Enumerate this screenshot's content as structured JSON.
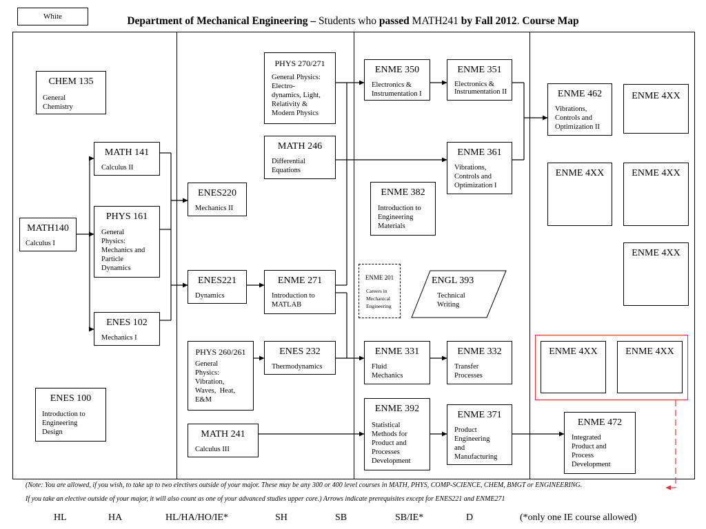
{
  "header": {
    "white_label": "White",
    "title_part1": "Department of Mechanical Engineering –",
    "title_part2": " Students who ",
    "title_part3": "passed",
    "title_part4": " MATH241 ",
    "title_part5": "by Fall 2012",
    "title_part6": ". ",
    "title_part7": "Course Map"
  },
  "courses": {
    "chem135": {
      "code": "CHEM 135",
      "desc": "General\nChemistry"
    },
    "math140": {
      "code": "MATH140",
      "desc": "Calculus I"
    },
    "math141": {
      "code": "MATH 141",
      "desc": "Calculus II"
    },
    "phys161": {
      "code": "PHYS 161",
      "desc": "General\nPhysics:\nMechanics and\nParticle\nDynamics"
    },
    "enes102": {
      "code": "ENES 102",
      "desc": "Mechanics I"
    },
    "enes100": {
      "code": "ENES 100",
      "desc": "Introduction to\nEngineering\nDesign"
    },
    "enes220": {
      "code": "ENES220",
      "desc": "Mechanics II"
    },
    "enes221": {
      "code": "ENES221",
      "desc": "Dynamics"
    },
    "phys260": {
      "code": "PHYS 260/261",
      "desc": "General\nPhysics:\nVibration,\nWaves,  Heat,\nE&M"
    },
    "math241": {
      "code": "MATH 241",
      "desc": "Calculus III"
    },
    "phys270": {
      "code": "PHYS 270/271",
      "desc": "General Physics:\nElectro-\ndynamics, Light,\nRelativity &\nModern Physics"
    },
    "math246": {
      "code": "MATH 246",
      "desc": "Differential\nEquations"
    },
    "enme271": {
      "code": "ENME 271",
      "desc": "Introduction to\nMATLAB"
    },
    "enes232": {
      "code": "ENES 232",
      "desc": "Thermodynamics"
    },
    "enme350": {
      "code": "ENME 350",
      "desc": "Electronics &\nInstrumentation I"
    },
    "enme382": {
      "code": "ENME 382",
      "desc": "Introduction to\nEngineering\nMaterials"
    },
    "enme201": {
      "code": "ENME 201",
      "desc": "Careers in\nMechanical\nEngineering"
    },
    "enme331": {
      "code": "ENME 331",
      "desc": "Fluid\nMechanics"
    },
    "enme392": {
      "code": "ENME 392",
      "desc": "Statistical\nMethods for\nProduct and\nProcesses\nDevelopment"
    },
    "enme351": {
      "code": "ENME 351",
      "desc": "Electronics &\nInstrumentation II"
    },
    "enme361": {
      "code": "ENME 361",
      "desc": "Vibrations,\nControls and\nOptimization I"
    },
    "engl393": {
      "code": "ENGL 393",
      "desc": "Technical\nWriting"
    },
    "enme332": {
      "code": "ENME 332",
      "desc": "Transfer\nProcesses"
    },
    "enme371": {
      "code": "ENME 371",
      "desc": "Product\nEngineering\nand\nManufacturing"
    },
    "enme462": {
      "code": "ENME 462",
      "desc": "Vibrations,\nControls and\nOptimization II"
    },
    "enme4xx": {
      "code": "ENME 4XX"
    },
    "enme472": {
      "code": "ENME 472",
      "desc": "Integrated\nProduct and\nProcess\nDevelopment"
    }
  },
  "notes": {
    "line1": "(Note: You are allowed, if you wish, to take up to two electives outside of your major. These may be any 300 or 400 level courses in MATH, PHYS, COMP-SCIENCE, CHEM, BMGT or ENGINEERING.",
    "line2": "If you take an elective outside of your major, it will also count as one of your advanced studies upper core.) Arrows indicate prerequisites except for ENES221 and ENME271"
  },
  "legend": {
    "hl": "HL",
    "ha": "HA",
    "hl_ha_ho_ie": "HL/HA/HO/IE*",
    "sh": "SH",
    "sb": "SB",
    "sb_ie": "SB/IE*",
    "d": "D",
    "footnote": "(*only one IE  course allowed)"
  },
  "colors": {
    "line": "#000000",
    "elective_highlight": "#e53030"
  }
}
